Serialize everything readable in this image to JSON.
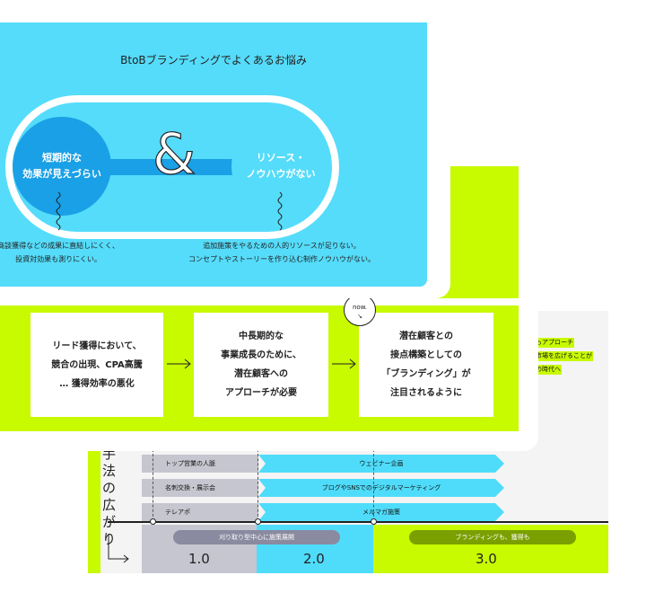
{
  "challenges": {
    "title": "BtoBブランディングでよくあるお悩み",
    "left_circle": "短期的な\n効果が見えづらい",
    "right_circle": "リソース・\nノウハウがない",
    "left_caption": "商談獲得などの成果に直結しにくく、\n投資対効果も測りにくい。",
    "right_caption": "追加施策をやるための人的リソースが足りない。\nコンセプトやストーリーを作り込む制作ノウハウがない。",
    "colors": {
      "cyan": "#55dcfa",
      "blue": "#1aa0e6",
      "lime": "#c8fa00"
    }
  },
  "flow": {
    "now_label": "now.",
    "steps": [
      "リード獲得において、\n競合の出現、CPA高騰\n… 獲得効率の悪化",
      "中長期的な\n事業成長のために、\n潜在顧客への\nアプローチが必要",
      "潜在顧客との\n接点構築としての\n「ブランディング」が\n注目されるように"
    ]
  },
  "timeline": {
    "vertical_label": "手法の広がり",
    "side_note_lines": [
      "もアプローチ",
      "市場を広げることが",
      "の時代へ"
    ],
    "rows": [
      {
        "left": "トップ営業の人脈",
        "right": "ウェビナー企画"
      },
      {
        "left": "名刺交換・展示会",
        "right": "ブログやSNSでのデジタルマーケティング"
      },
      {
        "left": "テレアポ",
        "right": "メルマガ施策"
      }
    ],
    "phase_1_2": "刈り取り型中心に施策展開",
    "phase_3": "ブランディングも、獲得も",
    "versions": [
      "1.0",
      "2.0",
      "3.0"
    ]
  }
}
